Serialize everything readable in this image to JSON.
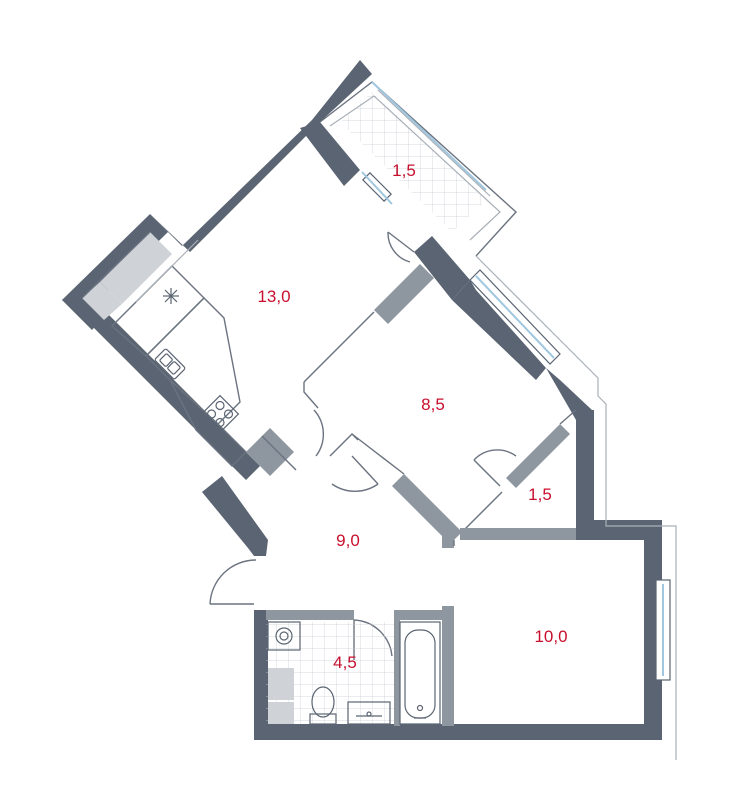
{
  "rooms": {
    "balcony": {
      "area": "1,5"
    },
    "kitchen_living": {
      "area": "13,0"
    },
    "bedroom": {
      "area": "8,5"
    },
    "closet": {
      "area": "1,5"
    },
    "hallway": {
      "area": "9,0"
    },
    "bathroom": {
      "area": "4,5"
    },
    "room": {
      "area": "10,0"
    }
  },
  "colors": {
    "wall": "#5a6472",
    "area_text": "#c8102e",
    "window_glass": "#9fc7e0",
    "storage_fill": "#cfd3d8"
  },
  "icons": [
    "snowflake-icon",
    "sink-icon",
    "stove-icon",
    "washing-machine-icon",
    "toilet-icon",
    "washbasin-icon",
    "bathtub-icon"
  ]
}
